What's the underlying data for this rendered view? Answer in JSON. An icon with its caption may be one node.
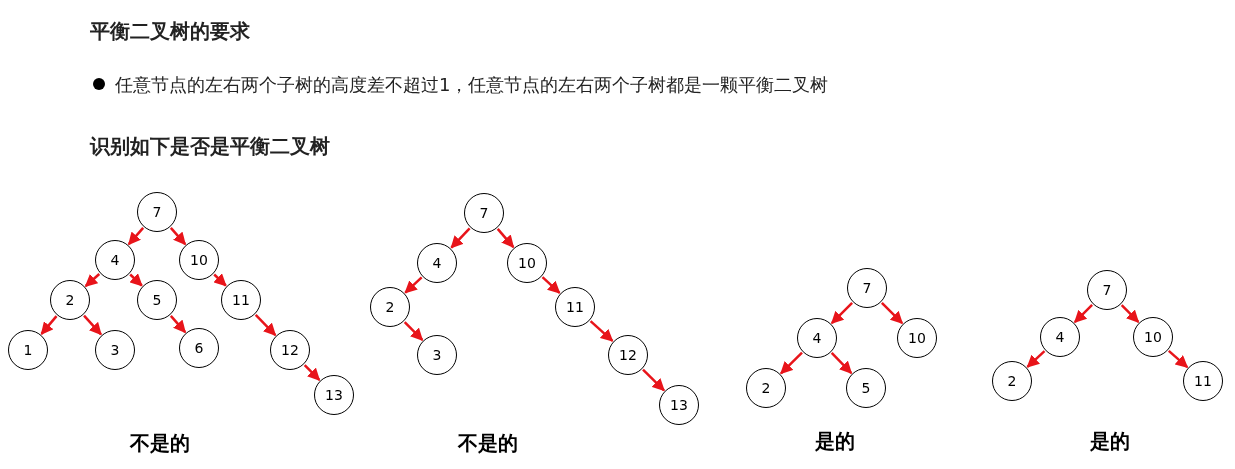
{
  "diagram": {
    "title": "平衡二叉树的要求",
    "nodes": [
      {
        "text": [
          "7"
        ]
      },
      {
        "text": [
          "4"
        ]
      },
      {
        "text": [
          "10"
        ]
      },
      {
        "text": [
          "2"
        ]
      },
      {
        "text": [
          "5"
        ]
      },
      {
        "text": [
          "11"
        ]
      },
      {
        "text": [
          "1"
        ]
      },
      {
        "text": [
          "3"
        ]
      },
      {
        "text": [
          "6"
        ]
      },
      {
        "text": [
          "12"
        ]
      },
      {
        "text": [
          "13"
        ]
      },
      {
        "text": [
          "7"
        ]
      },
      {
        "text": [
          "4"
        ]
      },
      {
        "text": [
          "10"
        ]
      },
      {
        "text": [
          "2"
        ]
      },
      {
        "text": [
          "11"
        ]
      },
      {
        "text": [
          "3"
        ]
      },
      {
        "text": [
          "12"
        ]
      },
      {
        "text": [
          "13"
        ]
      },
      {
        "text": [
          "7"
        ]
      },
      {
        "text": [
          "4"
        ]
      },
      {
        "text": [
          "10"
        ]
      },
      {
        "text": [
          "2"
        ]
      },
      {
        "text": [
          "5"
        ]
      },
      {
        "text": [
          "7"
        ]
      },
      {
        "text": [
          "4"
        ]
      },
      {
        "text": [
          "10"
        ]
      },
      {
        "text": [
          "2"
        ]
      },
      {
        "text": [
          "11"
        ]
      }
    ],
    "edges": [
      {
        "from": 0,
        "to": 1,
        "arrow": "to"
      },
      {
        "from": 0,
        "to": 2,
        "arrow": "to"
      },
      {
        "from": 1,
        "to": 3,
        "arrow": "to"
      },
      {
        "from": 1,
        "to": 4,
        "arrow": "to"
      },
      {
        "from": 2,
        "to": 5,
        "arrow": "to"
      },
      {
        "from": 3,
        "to": 6,
        "arrow": "to"
      },
      {
        "from": 3,
        "to": 7,
        "arrow": "to"
      },
      {
        "from": 4,
        "to": 8,
        "arrow": "to"
      },
      {
        "from": 5,
        "to": 9,
        "arrow": "to"
      },
      {
        "from": 9,
        "to": 10,
        "arrow": "to"
      },
      {
        "from": 11,
        "to": 12,
        "arrow": "to"
      },
      {
        "from": 11,
        "to": 13,
        "arrow": "to"
      },
      {
        "from": 12,
        "to": 14,
        "arrow": "to"
      },
      {
        "from": 14,
        "to": 16,
        "arrow": "to"
      },
      {
        "from": 13,
        "to": 15,
        "arrow": "to"
      },
      {
        "from": 15,
        "to": 17,
        "arrow": "to"
      },
      {
        "from": 17,
        "to": 18,
        "arrow": "to"
      },
      {
        "from": 19,
        "to": 20,
        "arrow": "to"
      },
      {
        "from": 19,
        "to": 21,
        "arrow": "to"
      },
      {
        "from": 20,
        "to": 22,
        "arrow": "to"
      },
      {
        "from": 20,
        "to": 23,
        "arrow": "to"
      },
      {
        "from": 24,
        "to": 25,
        "arrow": "to"
      },
      {
        "from": 24,
        "to": 26,
        "arrow": "to"
      },
      {
        "from": 25,
        "to": 27,
        "arrow": "to"
      },
      {
        "from": 26,
        "to": 28,
        "arrow": "to"
      }
    ],
    "labels": [
      "任意节点的左右两个子树的高度差不超过1，任意节点的左右两个子树都是一颗平衡二叉树",
      "识别如下是否是平衡二叉树",
      "不是的",
      "不是的",
      "是的",
      "是的"
    ]
  }
}
